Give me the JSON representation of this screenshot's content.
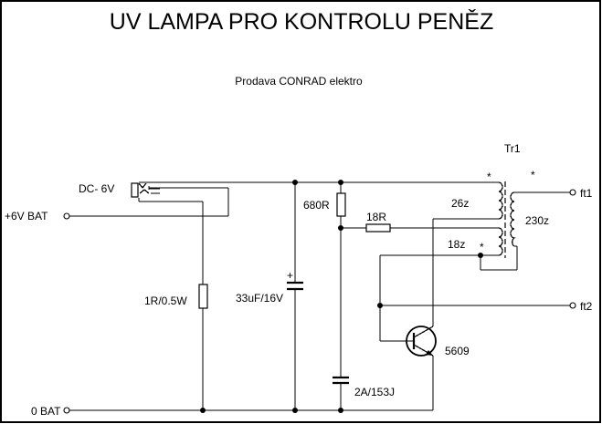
{
  "title": "UV LAMPA PRO KONTROLU PENĚZ",
  "subtitle": "Prodava CONRAD elektro",
  "colors": {
    "background": "#ffffff",
    "ink": "#000000"
  },
  "labels": {
    "dc_jack": "DC- 6V",
    "plus_bat": "+6V BAT",
    "zero_bat": "0 BAT",
    "r_sense": "1R/0.5W",
    "c_elec": "33uF/16V",
    "r_680": "680R",
    "r_18": "18R",
    "c_film": "2A/153J",
    "transformer": "Tr1",
    "winding_primary": "26z",
    "winding_feedback": "18z",
    "winding_secondary": "230z",
    "transistor": "5609",
    "out1": "ft1",
    "out2": "ft2",
    "polarity_mark": "*",
    "plus_mark": "+"
  }
}
